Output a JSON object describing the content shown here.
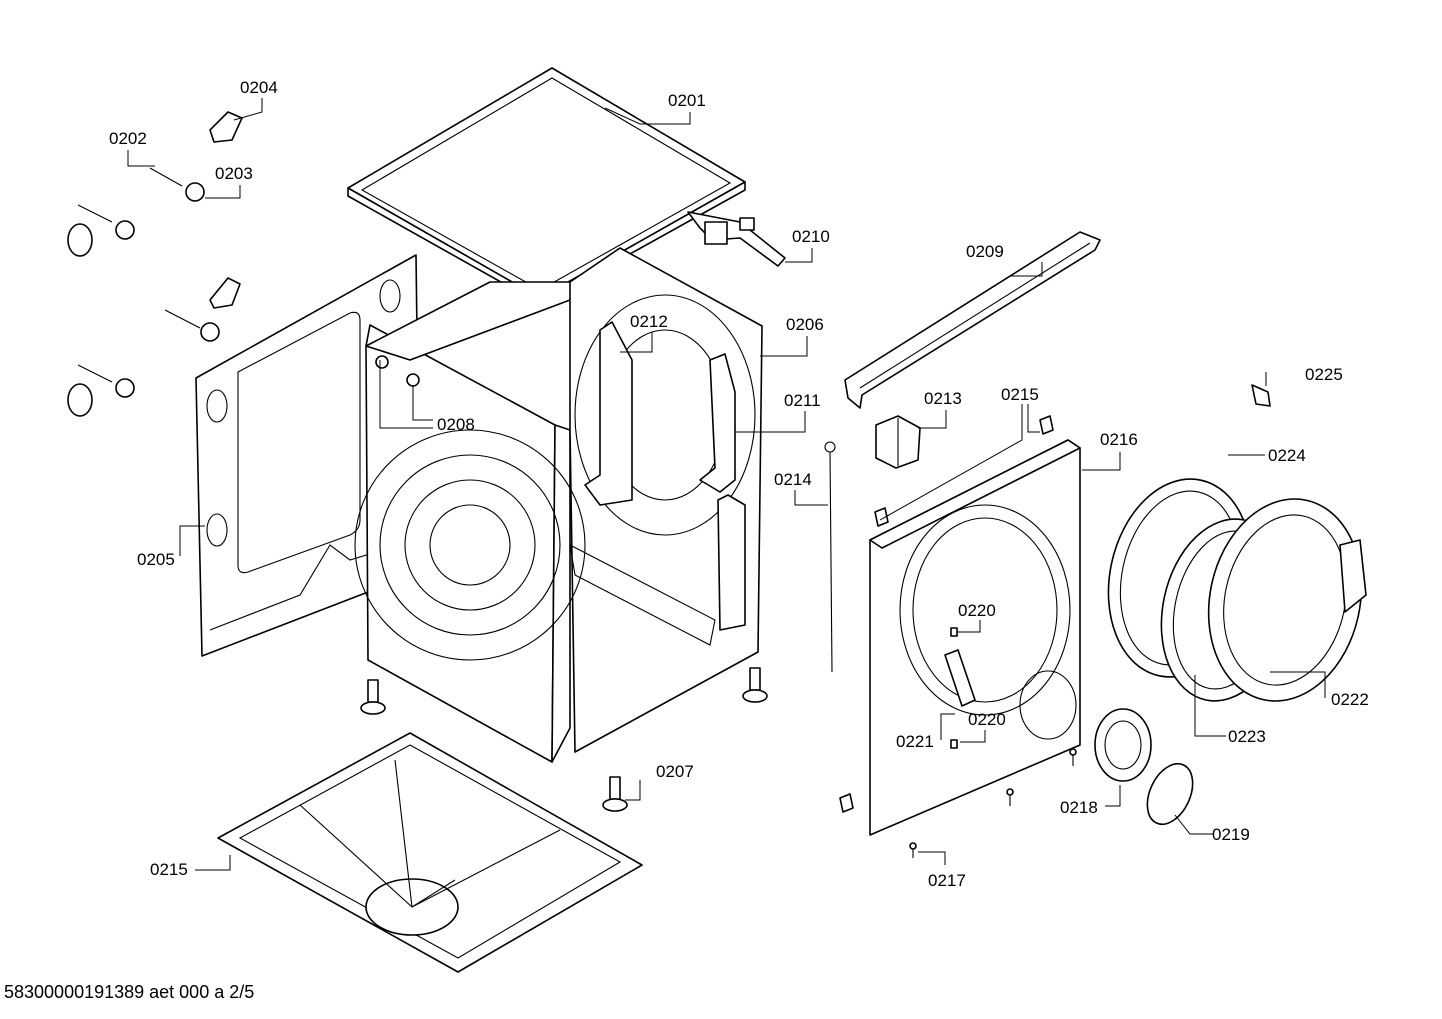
{
  "footer": {
    "document_code": "58300000191389 aet 000 a 2/5"
  },
  "callouts": {
    "c0201": "0201",
    "c0202": "0202",
    "c0203": "0203",
    "c0204": "0204",
    "c0205": "0205",
    "c0206": "0206",
    "c0207": "0207",
    "c0208": "0208",
    "c0209": "0209",
    "c0210": "0210",
    "c0211": "0211",
    "c0212": "0212",
    "c0213": "0213",
    "c0214": "0214",
    "c0215a": "0215",
    "c0215b": "0215",
    "c0216": "0216",
    "c0217": "0217",
    "c0218": "0218",
    "c0219": "0219",
    "c0220a": "0220",
    "c0220b": "0220",
    "c0221": "0221",
    "c0222": "0222",
    "c0223": "0223",
    "c0224": "0224",
    "c0225": "0225"
  }
}
